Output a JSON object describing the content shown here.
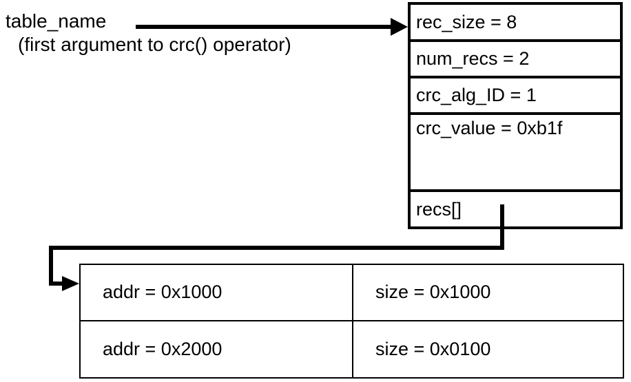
{
  "diagram": {
    "caption": {
      "line1": "table_name",
      "line2": "(first argument to crc() operator)"
    },
    "struct": {
      "fields": [
        {
          "text": "rec_size = 8"
        },
        {
          "text": "num_recs = 2"
        },
        {
          "text": "crc_alg_ID = 1"
        },
        {
          "text": "crc_value = 0xb1f"
        },
        {
          "text": "recs[]"
        }
      ]
    },
    "records_table": {
      "rows": [
        {
          "addr": "addr = 0x1000",
          "size": "size = 0x1000"
        },
        {
          "addr": "addr = 0x2000",
          "size": "size = 0x0100"
        }
      ]
    },
    "colors": {
      "stroke": "#000000",
      "background": "#ffffff"
    }
  }
}
